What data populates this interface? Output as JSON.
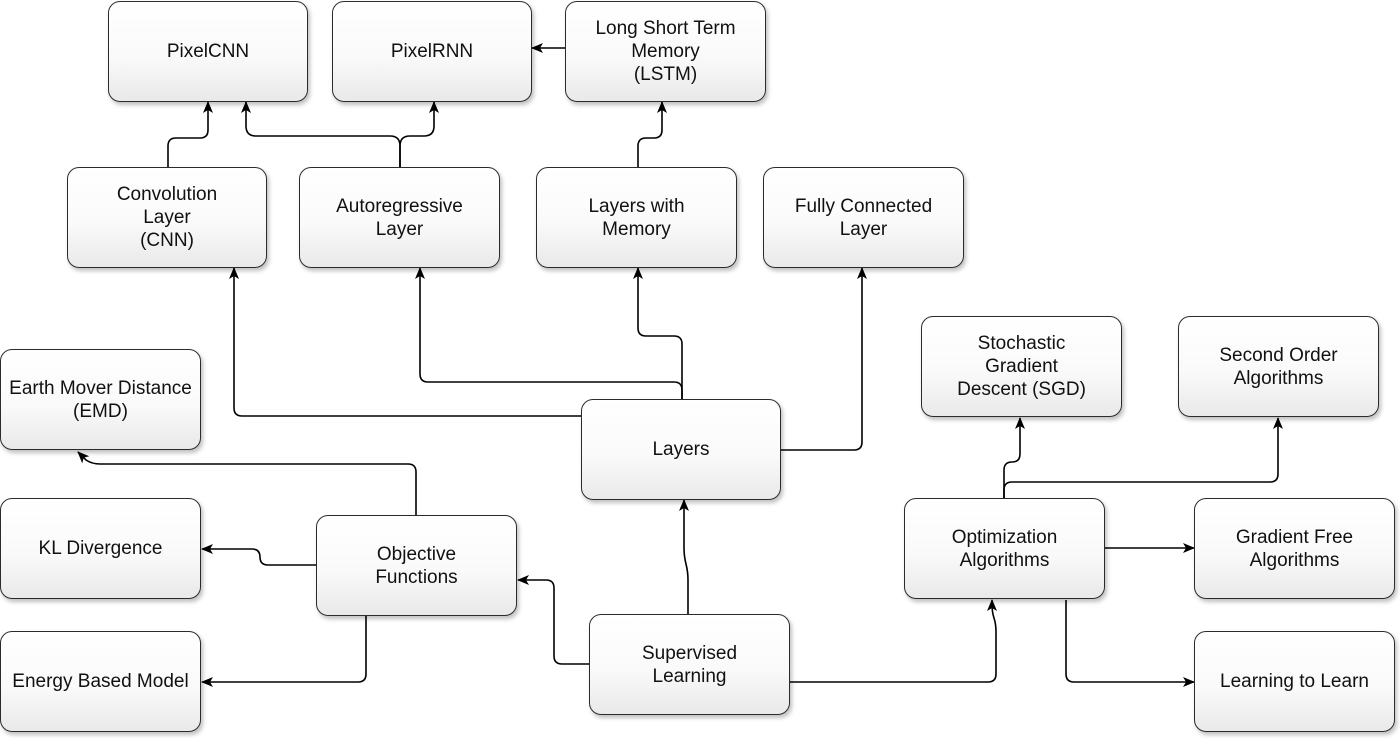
{
  "nodes": {
    "pixelcnn": "PixelCNN",
    "pixelrnn": "PixelRNN",
    "lstm": "Long Short Term\nMemory\n(LSTM)",
    "cnn": "Convolution\nLayer\n(CNN)",
    "autoregressive": "Autoregressive\nLayer",
    "memory": "Layers with\nMemory",
    "fully_connected": "Fully Connected\nLayer",
    "sgd": "Stochastic\nGradient\nDescent (SGD)",
    "second_order": "Second Order\nAlgorithms",
    "emd": "Earth Mover Distance\n(EMD)",
    "layers": "Layers",
    "kl": "KL Divergence",
    "objective": "Objective\nFunctions",
    "optimization": "Optimization\nAlgorithms",
    "gradient_free": "Gradient Free\nAlgorithms",
    "energy": "Energy Based Model",
    "supervised": "Supervised\nLearning",
    "learning_to_learn": "Learning to Learn"
  },
  "edges": [
    {
      "from": "supervised",
      "to": "layers"
    },
    {
      "from": "supervised",
      "to": "objective"
    },
    {
      "from": "supervised",
      "to": "optimization"
    },
    {
      "from": "layers",
      "to": "cnn"
    },
    {
      "from": "layers",
      "to": "autoregressive"
    },
    {
      "from": "layers",
      "to": "memory"
    },
    {
      "from": "layers",
      "to": "fully_connected"
    },
    {
      "from": "cnn",
      "to": "pixelcnn"
    },
    {
      "from": "autoregressive",
      "to": "pixelcnn"
    },
    {
      "from": "autoregressive",
      "to": "pixelrnn"
    },
    {
      "from": "lstm",
      "to": "pixelrnn"
    },
    {
      "from": "memory",
      "to": "lstm"
    },
    {
      "from": "objective",
      "to": "emd"
    },
    {
      "from": "objective",
      "to": "kl"
    },
    {
      "from": "objective",
      "to": "energy"
    },
    {
      "from": "optimization",
      "to": "sgd"
    },
    {
      "from": "optimization",
      "to": "second_order"
    },
    {
      "from": "optimization",
      "to": "gradient_free"
    },
    {
      "from": "optimization",
      "to": "learning_to_learn"
    }
  ]
}
